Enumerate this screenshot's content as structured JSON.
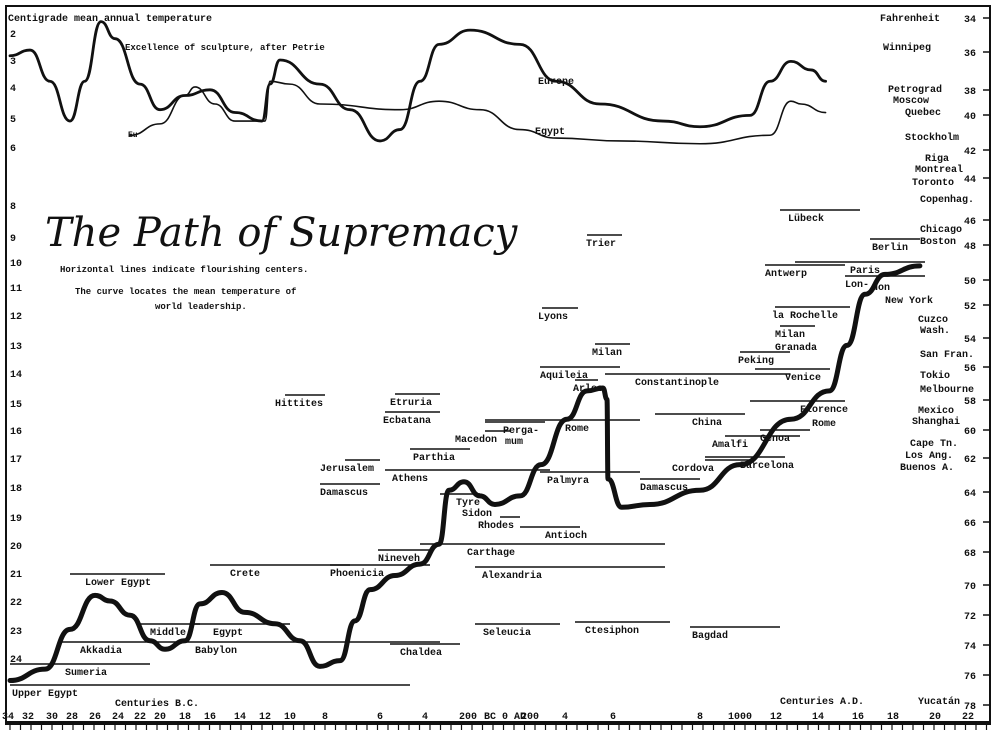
{
  "chart_data": {
    "type": "line",
    "title": "The Path of Supremacy",
    "subtitle": [
      "Horizontal lines indicate flourishing centers.",
      "The curve locates the mean temperature of",
      "world leadership."
    ],
    "top_caption": "Excellence of sculpture, after Petrie",
    "left_axis_label": "Centigrade mean annual temperature",
    "right_axis_label": "Fahrenheit",
    "x_label_bc": "Centuries B.C.",
    "x_label_ad": "Centuries A.D.",
    "x_ticks": [
      "34",
      "32",
      "30",
      "28",
      "26",
      "24",
      "22",
      "20",
      "18",
      "16",
      "14",
      "12",
      "10",
      "8",
      "6",
      "4",
      "200",
      "BC 0 AD",
      "200",
      "4",
      "6",
      "8",
      "1000",
      "12",
      "14",
      "16",
      "18",
      "20",
      "22"
    ],
    "y_left_ticks": [
      "2",
      "3",
      "4",
      "5",
      "6",
      "8",
      "9",
      "10",
      "11",
      "12",
      "13",
      "14",
      "15",
      "16",
      "17",
      "18",
      "19",
      "20",
      "21",
      "22",
      "23",
      "24"
    ],
    "y_right_ticks": [
      "34",
      "36",
      "38",
      "40",
      "42",
      "44",
      "46",
      "48",
      "50",
      "52",
      "54",
      "56",
      "58",
      "60",
      "62",
      "64",
      "66",
      "68",
      "70",
      "72",
      "74",
      "76",
      "78"
    ],
    "xlim_years": [
      -3400,
      2200
    ],
    "ylim_celsius": [
      2,
      25
    ],
    "series": [
      {
        "name": "World leadership",
        "x": [
          -3380,
          -3058,
          -2820,
          -2600,
          -2470,
          -2290,
          -2100,
          -1960,
          -1800,
          -1680,
          -1520,
          -1360,
          -1120,
          -943,
          -829,
          -745,
          -691,
          -636,
          -533,
          -422,
          -333,
          -286,
          -214,
          -132,
          -53,
          120,
          263,
          408,
          492,
          558,
          575,
          579,
          620,
          685,
          800,
          1000,
          1271,
          1457,
          1545,
          1640,
          1754,
          1928
        ],
        "y": [
          24.8,
          24.4,
          23.0,
          21.8,
          22.0,
          22.5,
          23.4,
          23.7,
          23.4,
          22.1,
          21.7,
          22.4,
          22.8,
          23.4,
          24.3,
          24.1,
          22.7,
          21.6,
          21.1,
          20.7,
          20.0,
          18.1,
          17.8,
          18.3,
          18.6,
          18.3,
          17.2,
          15.6,
          14.6,
          14.5,
          14.9,
          17.7,
          18.7,
          18.6,
          18.1,
          17.2,
          15.6,
          14.6,
          13.0,
          11.2,
          10.5,
          10.2
        ]
      },
      {
        "name": "Europe",
        "x": [
          -3380,
          -3183,
          -3017,
          -2820,
          -2690,
          -2548,
          -2426,
          -2200,
          -2000,
          -1800,
          -1600,
          -1433,
          -1224,
          -1160,
          -1080,
          -829,
          -709,
          -600,
          -511,
          -422,
          -333,
          -184,
          120,
          349,
          546,
          715,
          800,
          1056,
          1167,
          1271,
          1367,
          1438
        ],
        "y": [
          2.8,
          2.6,
          3.7,
          5.1,
          3.7,
          1.6,
          2.2,
          3.8,
          4.7,
          4.2,
          4.0,
          4.8,
          5.1,
          3.8,
          2.95,
          3.8,
          4.7,
          5.8,
          5.4,
          3.7,
          2.4,
          1.9,
          2.4,
          3.7,
          4.5,
          5.1,
          5.3,
          4.9,
          3.7,
          3.0,
          3.3,
          3.7
        ]
      },
      {
        "name": "Egypt",
        "x": [
          -2290,
          -2000,
          -1800,
          -1720,
          -1567,
          -1433,
          -1200,
          -1160,
          -1000,
          -829,
          -511,
          -333,
          -132,
          120,
          349,
          616,
          800,
          1167,
          1271,
          1319,
          1438
        ],
        "y": [
          5.6,
          5.2,
          4.2,
          3.9,
          4.5,
          5.1,
          5.1,
          3.7,
          3.8,
          4.5,
          4.7,
          4.4,
          4.7,
          5.4,
          5.7,
          5.8,
          5.9,
          5.6,
          4.4,
          4.5,
          4.8
        ]
      }
    ],
    "curve_labels": [
      "Europe",
      "Egypt",
      "Eu"
    ],
    "centers": [
      "Lower Egypt",
      "Crete",
      "Middle",
      "Egypt",
      "Akkadia",
      "Babylon",
      "Sumeria",
      "Upper Egypt",
      "Hittites",
      "Etruria",
      "Ecbatana",
      "Macedon",
      "Perga-",
      "mum",
      "Rome",
      "Jerusalem",
      "Parthia",
      "Athens",
      "Damascus",
      "Tyre",
      "Sidon",
      "Rhodes",
      "Antioch",
      "Carthage",
      "Nineveh",
      "Phoenicia",
      "Alexandria",
      "Chaldea",
      "Seleucia",
      "Ctesiphon",
      "Bagdad",
      "Palmyra",
      "Arles",
      "Aquileia",
      "Milan",
      "Lyons",
      "Trier",
      "Constantinople",
      "China",
      "Cordova",
      "Damascus",
      "Amalfi",
      "Genoa",
      "Barcelona",
      "Florence",
      "Rome",
      "Venice",
      "Peking",
      "Milan",
      "Granada",
      "la Rochelle",
      "Antwerp",
      "Paris",
      "Lon-",
      "don",
      "New York",
      "Berlin",
      "Lübeck"
    ],
    "modern_cities": [
      "Winnipeg",
      "Petrograd",
      "Moscow",
      "Quebec",
      "Stockholm",
      "Riga",
      "Montreal",
      "Toronto",
      "Copenhag.",
      "Chicago",
      "Boston",
      "Cuzco",
      "Wash.",
      "San Fran.",
      "Tokio",
      "Melbourne",
      "Mexico",
      "Shanghai",
      "Cape Tn.",
      "Los Ang.",
      "Buenos A.",
      "Yucatán"
    ]
  },
  "colors": {
    "ink": "#111111",
    "paper": "#ffffff"
  }
}
